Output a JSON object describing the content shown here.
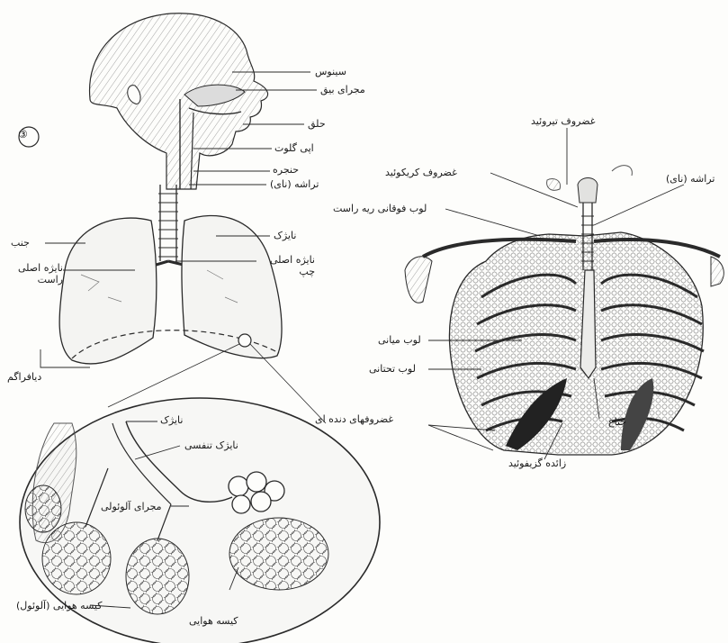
{
  "figure": {
    "marker": "③",
    "colors": {
      "ink": "#2a2a2a",
      "hair": "#555555",
      "shade": "#bdbdbd",
      "paper": "#fdfdfb"
    }
  },
  "labels": {
    "sinus": "سینوس",
    "nasal_passage": "مجرای بیق",
    "pharynx": "حلق",
    "epiglottis": "اپی گلوت",
    "larynx": "حنجره",
    "trachea": "تراشه (نای)",
    "bronchus": "نایژک",
    "left_main_bronchus": "نایژه اصلی چپ",
    "pleura": "جنب",
    "right_main_bronchus": "نایژه اصلی راست",
    "diaphragm": "دیافراگم",
    "alveolus_bronchiole": "نایژک",
    "respiratory_bronchiole": "نایژک تنفسی",
    "alveolar_duct": "مجرای آلوئولی",
    "air_sac_alveolus": "کیسه هوایی (آلوئول)",
    "air_sac": "کیسه هوایی",
    "thyroid_cartilage": "غضروف تیروئید",
    "cricoid_cartilage": "غضروف کریکوئید",
    "trachea_right": "تراشه (نای)",
    "right_upper_lobe": "لوب فوقانی ریه راست",
    "middle_lobe": "لوب میانی",
    "lower_lobe": "لوب تحتانی",
    "costal_cartilages": "غضروفهای دنده ای",
    "sternum": "جناغ",
    "xiphoid_process": "زائده گزیفوئید"
  }
}
